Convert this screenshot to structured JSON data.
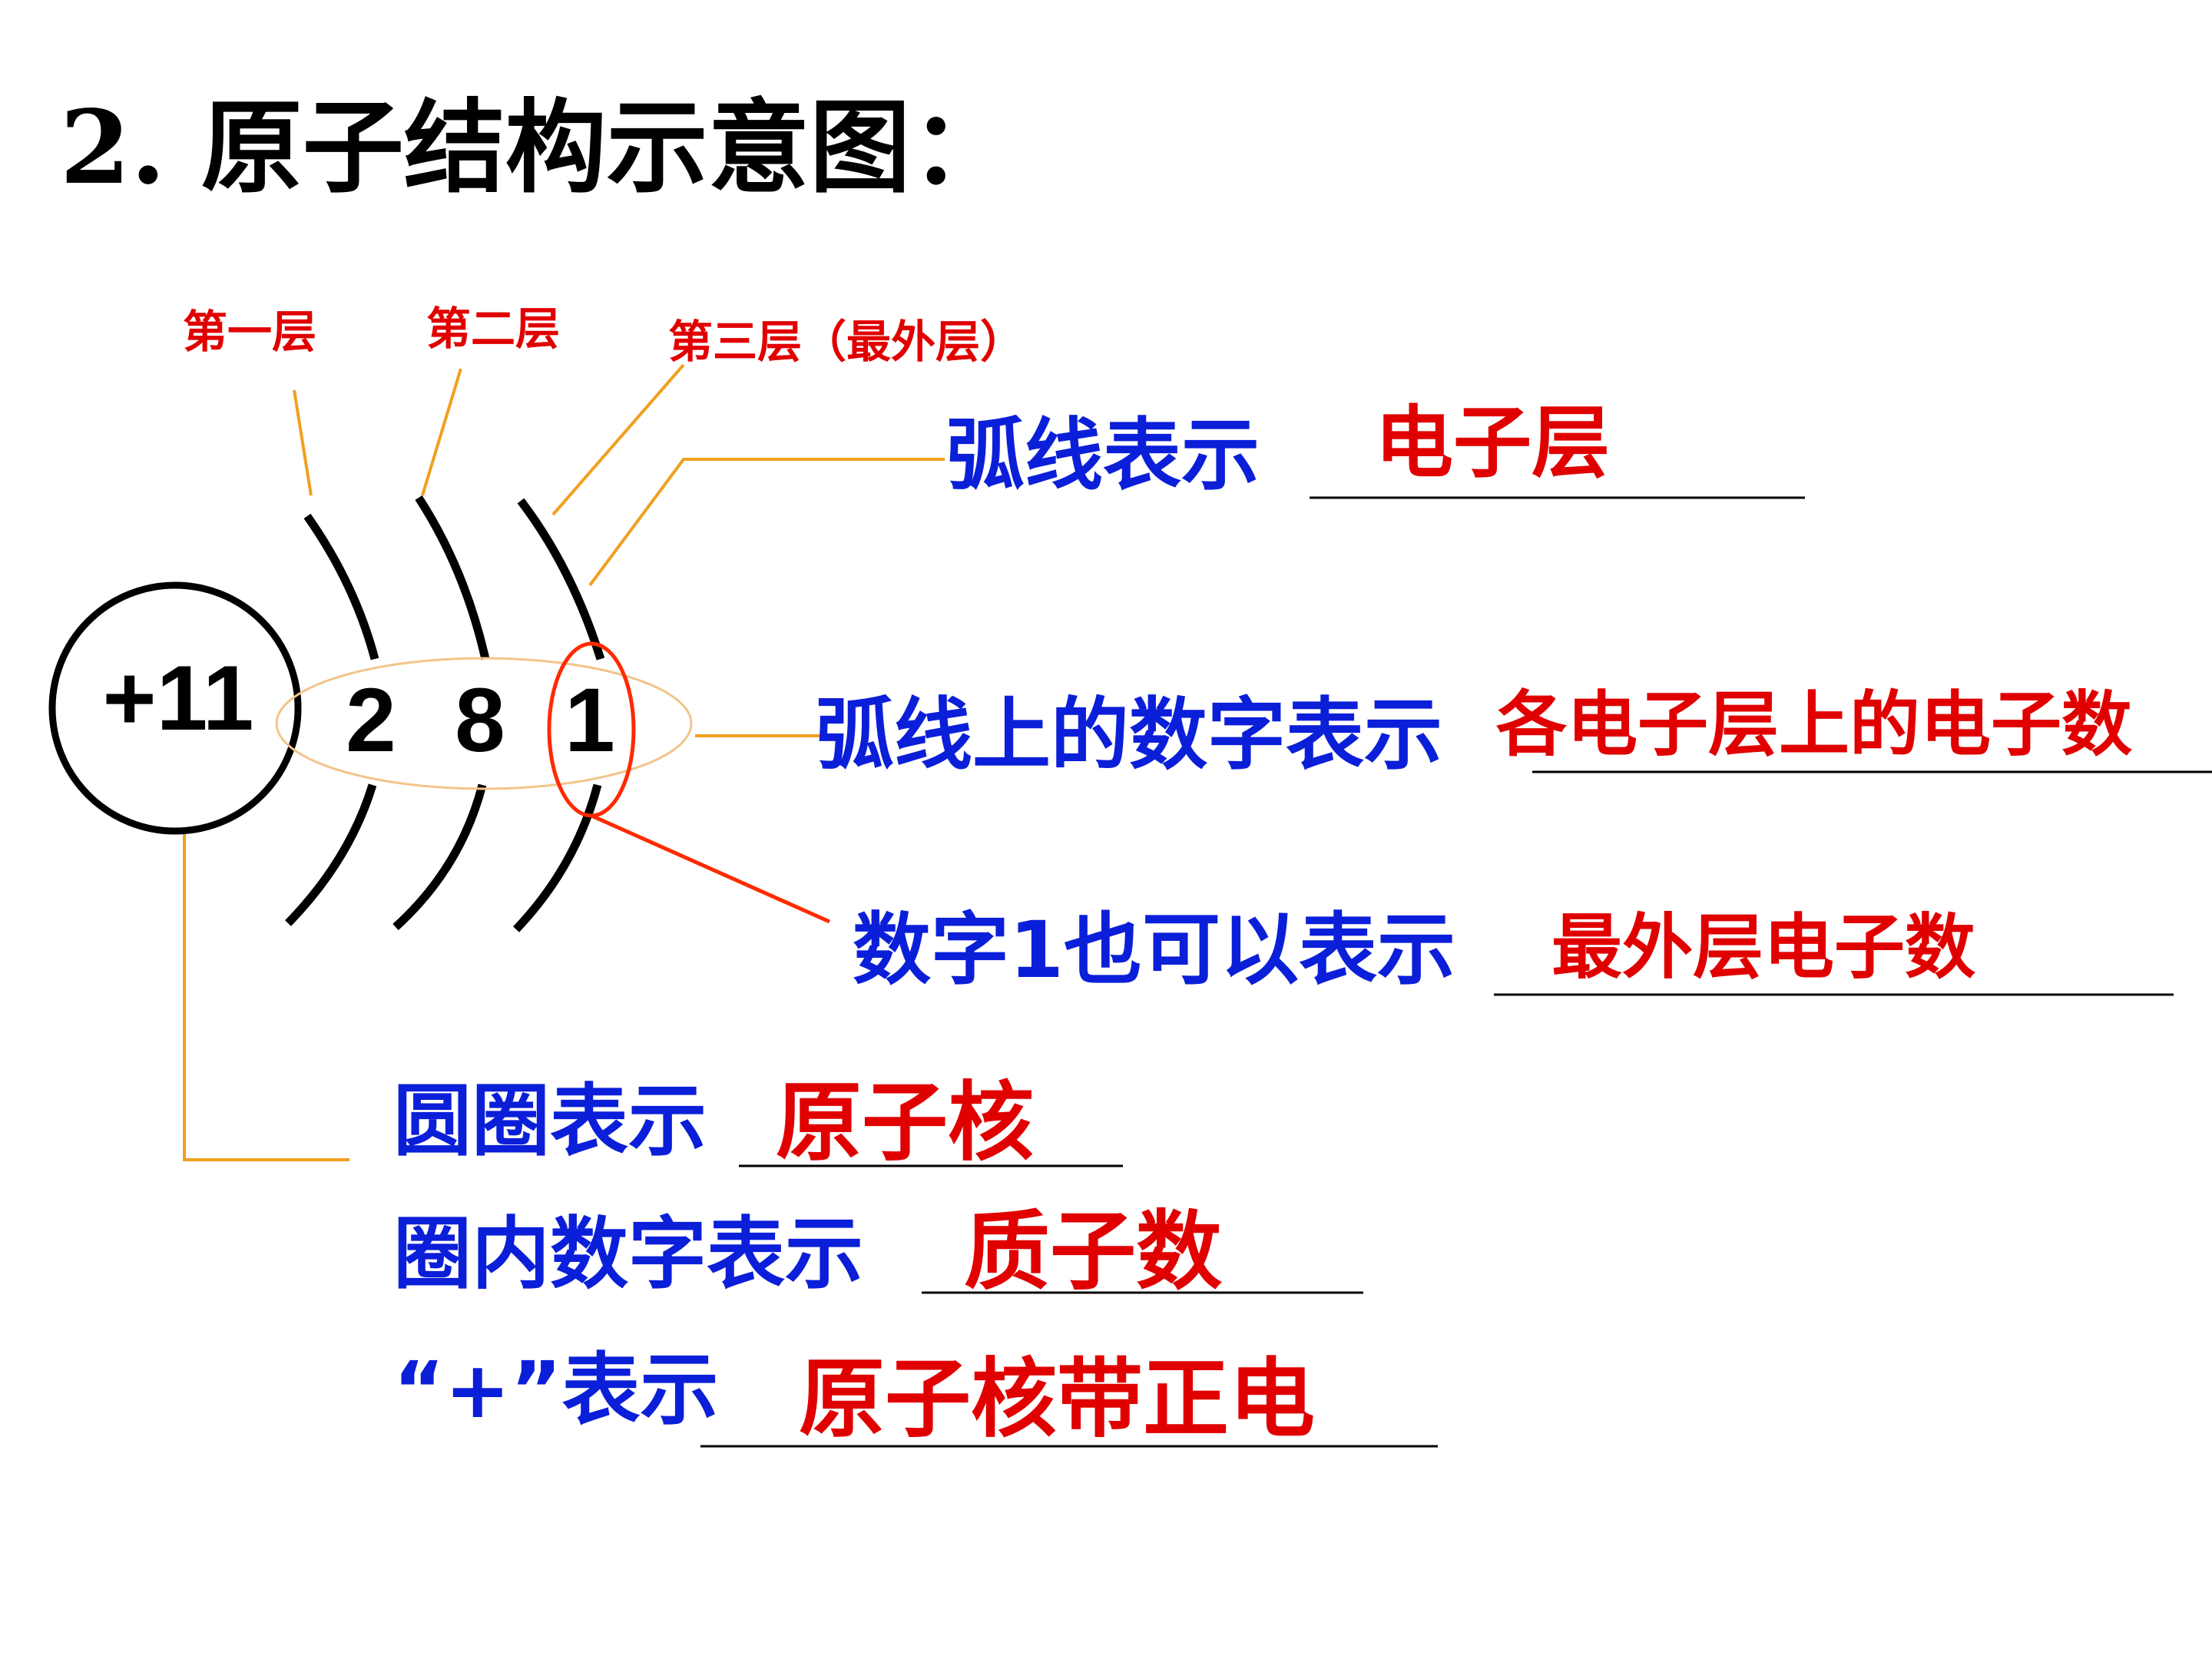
{
  "title": "2. 原子结构示意图：",
  "diagram": {
    "nucleus_label": "+11",
    "shell_counts": [
      "2",
      "8",
      "1"
    ],
    "shell_labels": [
      "第一层",
      "第二层",
      "第三层（最外层）"
    ]
  },
  "statements": [
    {
      "prompt": "弧线表示",
      "answer": "电子层"
    },
    {
      "prompt": "弧线上的数字表示",
      "answer": "各电子层上的电子数"
    },
    {
      "prompt": "数字1也可以表示",
      "answer": "最外层电子数"
    },
    {
      "prompt": "圆圈表示",
      "answer": "原子核"
    },
    {
      "prompt": "圈内数字表示",
      "answer": "质子数"
    },
    {
      "prompt": "“+”表示",
      "answer": "原子核带正电"
    }
  ],
  "colors": {
    "label_red": "#e00000",
    "prompt_blue": "#0b1fd9",
    "leader_orange": "#f0a020",
    "ellipse_tan": "#f2c48a",
    "highlight_red": "#ff2a00"
  }
}
